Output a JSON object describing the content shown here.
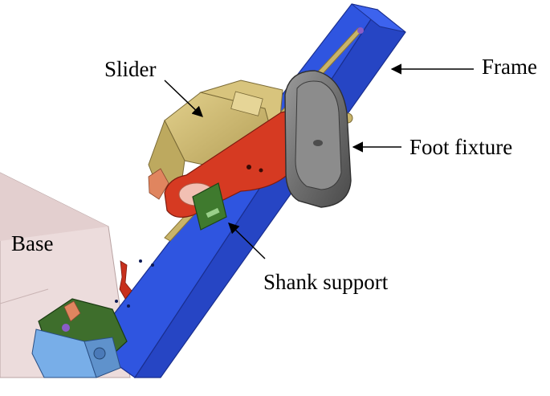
{
  "figure": {
    "labels": {
      "slider": "Slider",
      "frame": "Frame",
      "foot_fixture": "Foot fixture",
      "base": "Base",
      "shank_support": "Shank support"
    },
    "colors": {
      "frame_blue": "#2e4fd8",
      "slider_gold": "#c9b46a",
      "foot_plate_red": "#d2351f",
      "foot_fixture_gray": "#777777",
      "shank_support_green": "#3f7a2e",
      "end_cap_green": "#3e6e2c",
      "end_block_lightblue": "#78aee8",
      "base_pink": "#e8d5d5",
      "clip_orange": "#e0855f"
    }
  }
}
